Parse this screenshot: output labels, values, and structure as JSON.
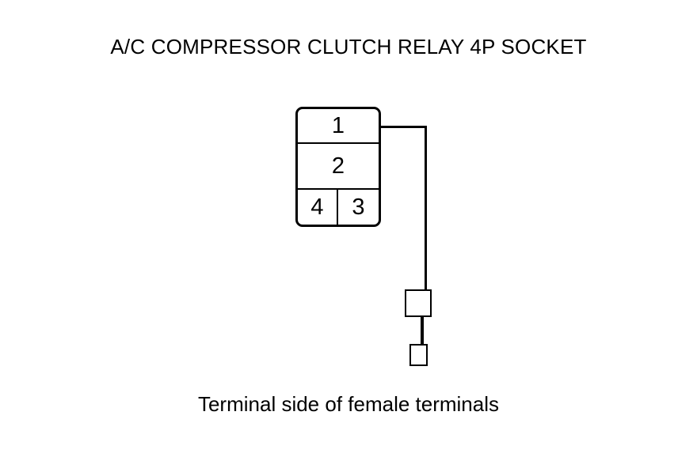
{
  "diagram": {
    "title": "A/C COMPRESSOR CLUTCH RELAY 4P SOCKET",
    "caption": "Terminal side of female terminals",
    "line_color": "#000000",
    "background_color": "#ffffff",
    "socket": {
      "name": "4P relay socket",
      "pin_count": 4,
      "rows": [
        {
          "row": 1,
          "cells": [
            {
              "pin": "1"
            }
          ]
        },
        {
          "row": 2,
          "cells": [
            {
              "pin": "2"
            }
          ]
        },
        {
          "row": 3,
          "cells": [
            {
              "pin": "4"
            },
            {
              "pin": "3"
            }
          ]
        }
      ]
    },
    "wire": {
      "from_pin": "1",
      "terminals": [
        {
          "id": "upper",
          "shape": "rectangle"
        },
        {
          "id": "lower",
          "shape": "rectangle"
        }
      ]
    }
  }
}
